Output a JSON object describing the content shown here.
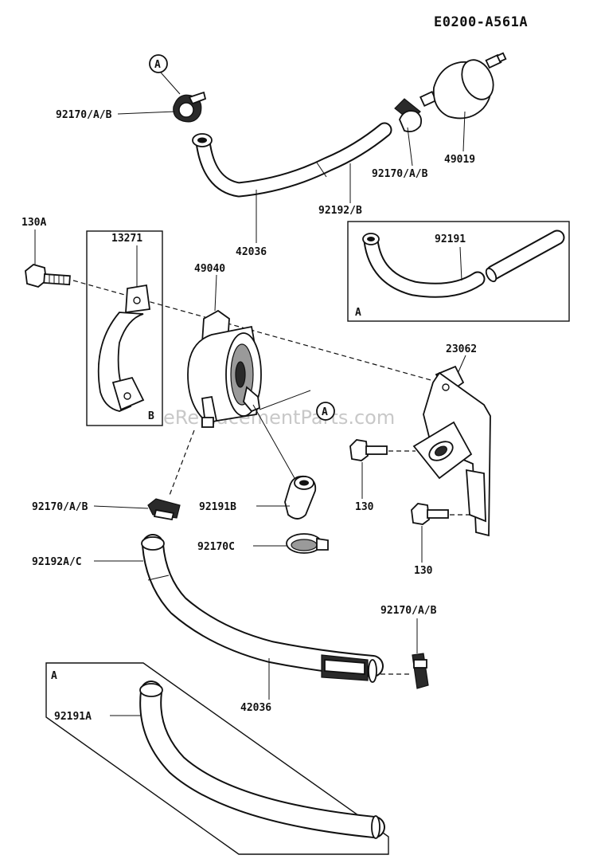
{
  "diagram_code": "E0200-A561A",
  "watermark": "eReplacementParts.com",
  "inset_letters": {
    "a_top": "A",
    "b": "B",
    "a_bottom": "A"
  },
  "callouts": {
    "callout_a_top": "A",
    "callout_a_mid": "A"
  },
  "labels": {
    "clamp_top_left": "92170/A/B",
    "clamp_top_right": "92170/A/B",
    "fuel_filter": "49019",
    "hose_92192b": "92192/B",
    "hose_42036_top": "42036",
    "inset_hose_92191": "92191",
    "bolt_130a": "130A",
    "bracket_13271": "13271",
    "pump_49040": "49040",
    "bracket_23062": "23062",
    "clamp_mid_left": "92170/A/B",
    "hose_92191b": "92191B",
    "clamp_92170c": "92170C",
    "bolt_130_upper": "130",
    "bolt_130_lower": "130",
    "hose_92192ac": "92192A/C",
    "clamp_bottom_right": "92170/A/B",
    "hose_42036_bottom": "42036",
    "inset_hose_92191a": "92191A"
  }
}
